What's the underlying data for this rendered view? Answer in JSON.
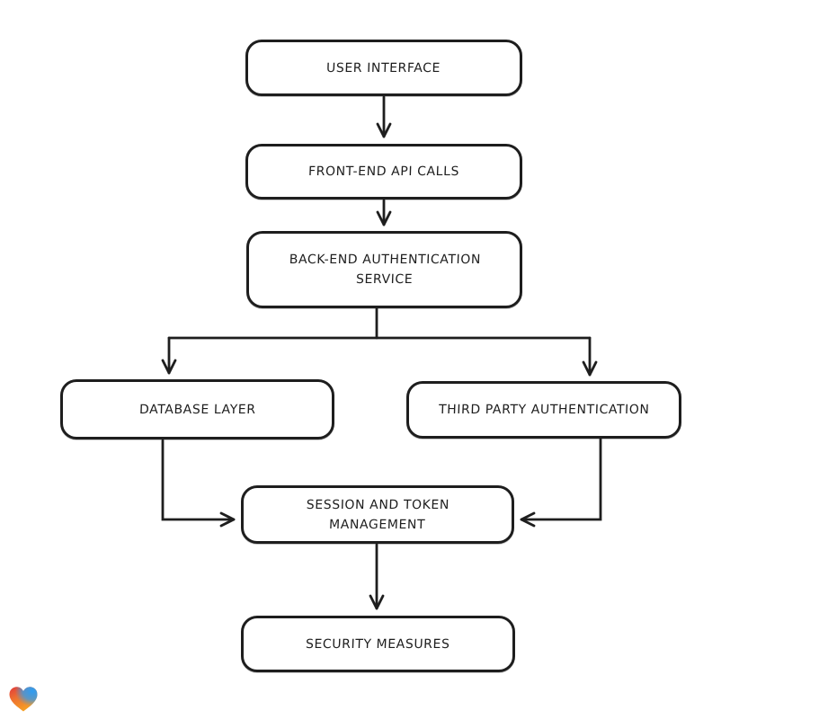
{
  "diagram": {
    "type": "flowchart",
    "background_color": "#ffffff",
    "stroke_color": "#1e1e1e",
    "node_fill_color": "#ffffff",
    "nodes": [
      {
        "id": "user-interface",
        "label": "USER INTERFACE"
      },
      {
        "id": "front-end-api-calls",
        "label": "FRONT-END API CALLS"
      },
      {
        "id": "back-end-authentication-service",
        "label": "BACK-END AUTHENTICATION SERVICE"
      },
      {
        "id": "database-layer",
        "label": "DATABASE LAYER"
      },
      {
        "id": "third-party-authentication",
        "label": "THIRD PARTY AUTHENTICATION"
      },
      {
        "id": "session-and-token-management",
        "label": "SESSION AND TOKEN MANAGEMENT"
      },
      {
        "id": "security-measures",
        "label": "SECURITY MEASURES"
      }
    ],
    "edges": [
      {
        "from": "user-interface",
        "to": "front-end-api-calls"
      },
      {
        "from": "front-end-api-calls",
        "to": "back-end-authentication-service"
      },
      {
        "from": "back-end-authentication-service",
        "to": "database-layer"
      },
      {
        "from": "back-end-authentication-service",
        "to": "third-party-authentication"
      },
      {
        "from": "database-layer",
        "to": "session-and-token-management"
      },
      {
        "from": "third-party-authentication",
        "to": "session-and-token-management"
      },
      {
        "from": "session-and-token-management",
        "to": "security-measures"
      }
    ],
    "watermark": {
      "icon": "heart-gradient-logo",
      "colors": {
        "red": "#e23a3a",
        "orange": "#f6a323",
        "blue": "#2e9df2"
      }
    }
  }
}
